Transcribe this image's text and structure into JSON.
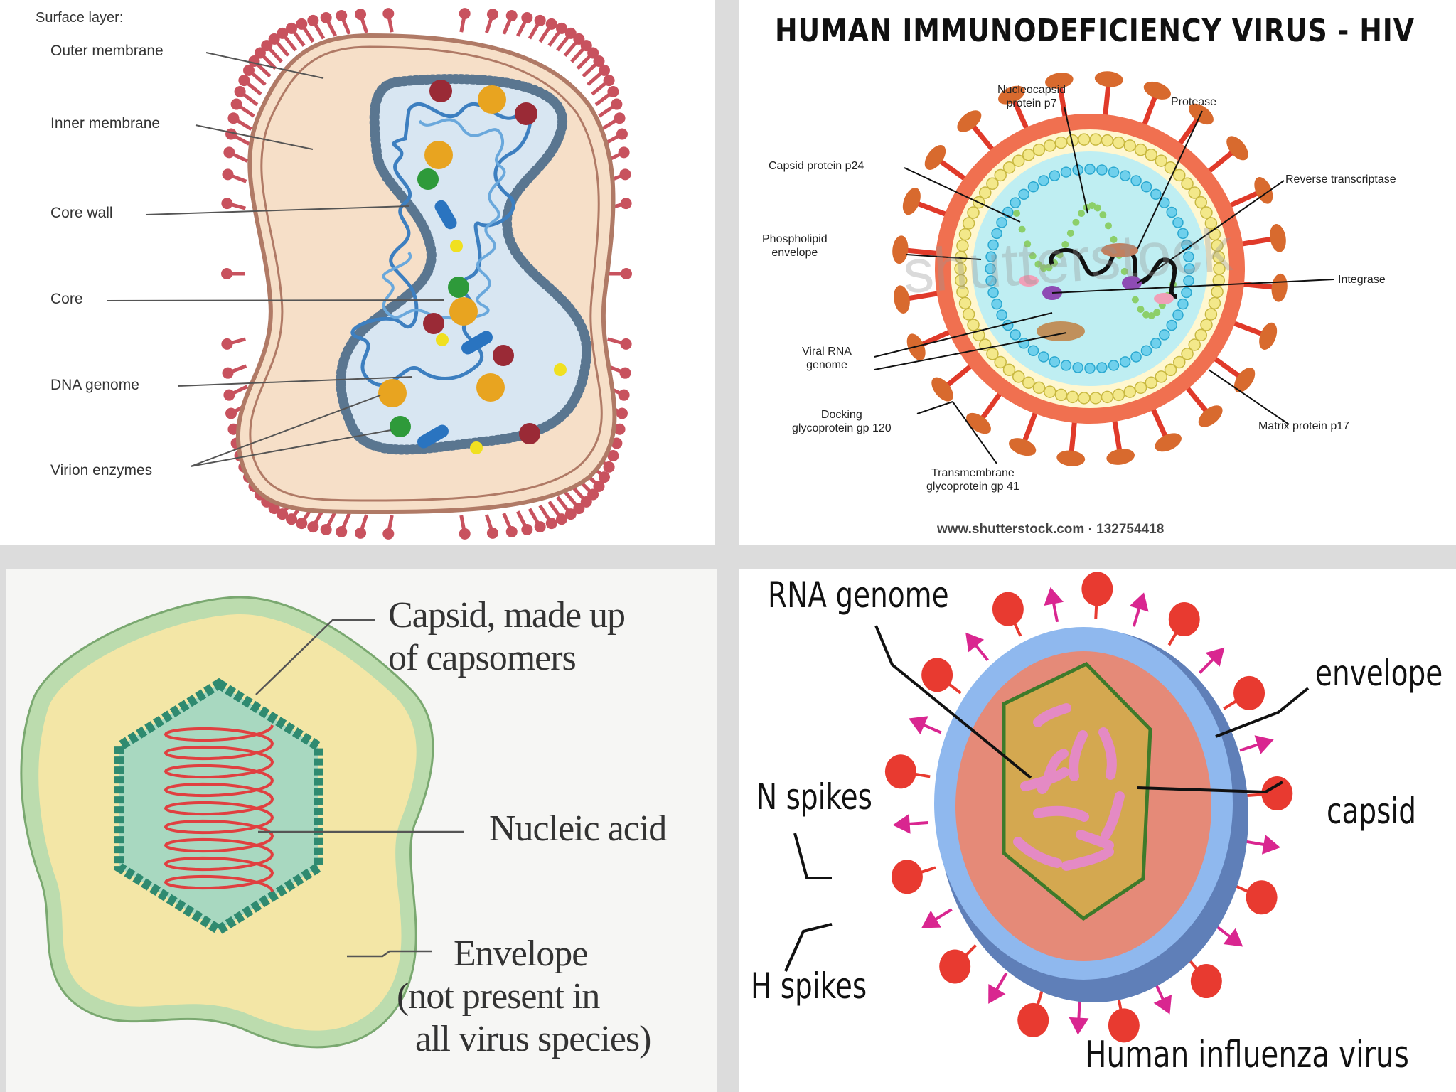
{
  "panel1": {
    "labels": {
      "surface_layer": "Surface layer:",
      "outer_membrane": "Outer membrane",
      "inner_membrane": "Inner membrane",
      "core_wall": "Core wall",
      "core": "Core",
      "dna_genome": "DNA genome",
      "virion_enzymes": "Virion enzymes"
    },
    "colors": {
      "spikes": "#c8525e",
      "outer_body": "#f6dfc8",
      "core_fill": "#d8e6f2",
      "core_wall": "#5a7690",
      "dna": "#3d7fc0"
    }
  },
  "panel2": {
    "title": "HUMAN IMMUNODEFICIENCY VIRUS - HIV",
    "labels": {
      "nucleocapsid_line1": "Nucleocapsid",
      "nucleocapsid_line2": "protein p7",
      "protease": "Protease",
      "capsid_p24": "Capsid protein p24",
      "reverse_transcriptase": "Reverse transcriptase",
      "phospholipid_line1": "Phospholipid",
      "phospholipid_line2": "envelope",
      "integrase": "Integrase",
      "viral_rna_line1": "Viral RNA",
      "viral_rna_line2": "genome",
      "docking_line1": "Docking",
      "docking_line2": "glycoprotein gp 120",
      "matrix_p17": "Matrix protein p17",
      "transmembrane_line1": "Transmembrane",
      "transmembrane_line2": "glycoprotein gp 41"
    },
    "watermark": "shutterstock",
    "footer": "www.shutterstock.com · 132754418",
    "colors": {
      "envelope": "#f07050",
      "spike_head": "#d86a2e",
      "matrix": "#f3e88a",
      "capsid": "#bfeef2",
      "rna": "#222222"
    }
  },
  "panel3": {
    "labels": {
      "capsid_line1": "Capsid, made up",
      "capsid_line2": "of capsomers",
      "nucleic_acid": "Nucleic acid",
      "envelope_line1": "Envelope",
      "envelope_line2": "(not present in",
      "envelope_line3": "all virus species)"
    },
    "colors": {
      "envelope_outer": "#bcdcae",
      "envelope_fill": "#f3e6a6",
      "capsid": "#2f8a70",
      "nucleic_acid": "#e04040"
    }
  },
  "panel4": {
    "labels": {
      "rna_genome": "RNA genome",
      "envelope": "envelope",
      "n_spikes": "N spikes",
      "capsid": "capsid",
      "h_spikes": "H spikes",
      "caption": "Human influenza virus"
    },
    "colors": {
      "envelope": "#8fb8ee",
      "envelope_shadow": "#5f7fb8",
      "inner": "#e58a78",
      "capsid_fill": "#d4a850",
      "capsid_edge": "#3e7a2a",
      "rna": "#e48ac4",
      "h_spike": "#e83a30",
      "n_spike": "#d92690"
    }
  }
}
